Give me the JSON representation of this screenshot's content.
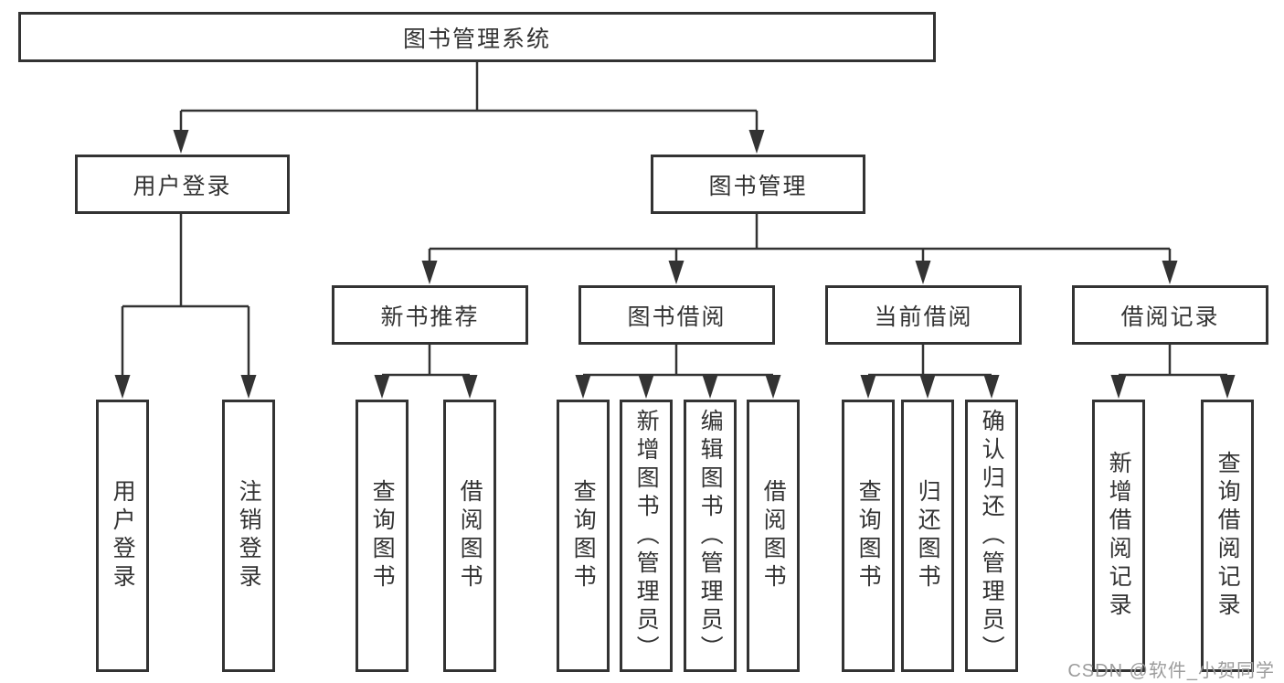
{
  "diagram": {
    "tree": {
      "label": "图书管理系统",
      "children": [
        {
          "label": "用户登录",
          "children": [
            {
              "label": "用户登录"
            },
            {
              "label": "注销登录"
            }
          ]
        },
        {
          "label": "图书管理",
          "children": [
            {
              "label": "新书推荐",
              "children": [
                {
                  "label": "查询图书"
                },
                {
                  "label": "借阅图书"
                }
              ]
            },
            {
              "label": "图书借阅",
              "children": [
                {
                  "label": "查询图书"
                },
                {
                  "label": "新增图书（管理员）"
                },
                {
                  "label": "编辑图书（管理员）"
                },
                {
                  "label": "借阅图书"
                }
              ]
            },
            {
              "label": "当前借阅",
              "children": [
                {
                  "label": "查询图书"
                },
                {
                  "label": "归还图书"
                },
                {
                  "label": "确认归还（管理员）"
                }
              ]
            },
            {
              "label": "借阅记录",
              "children": [
                {
                  "label": "新增借阅记录"
                },
                {
                  "label": "查询借阅记录"
                }
              ]
            }
          ]
        }
      ]
    },
    "colors": {
      "border": "#333333",
      "text": "#333333",
      "line": "#333333",
      "background": "#ffffff",
      "watermark": "#9c9c9c"
    }
  },
  "watermark": {
    "text": "CSDN @软件_小贺同学"
  }
}
